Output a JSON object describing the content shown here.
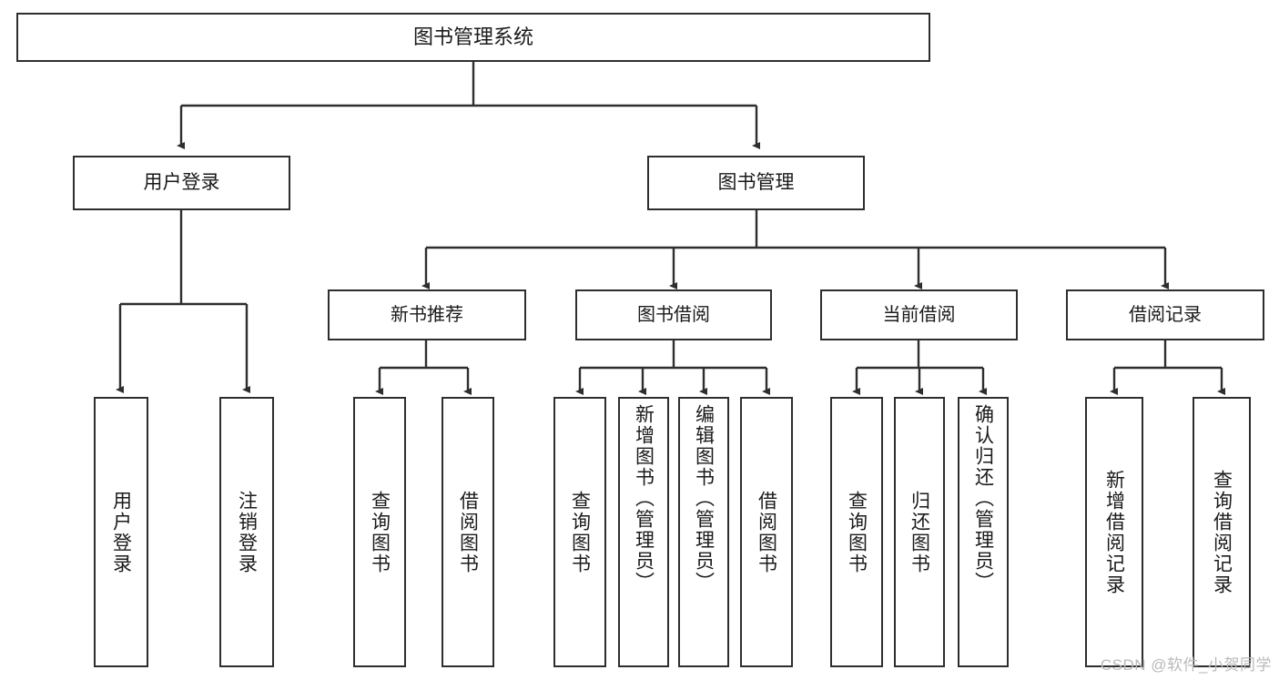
{
  "diagram": {
    "title": "图书管理系统",
    "type": "tree-hierarchy-diagram",
    "colors": {
      "box_border": "#2e2e2e",
      "box_fill": "#ffffff",
      "edge": "#2e2e2e",
      "text": "#1a1a1a",
      "watermark": "#b9b9b9"
    },
    "root": {
      "label": "图书管理系统"
    },
    "level1": [
      {
        "label": "用户登录"
      },
      {
        "label": "图书管理"
      }
    ],
    "level2": [
      {
        "label": "新书推荐"
      },
      {
        "label": "图书借阅"
      },
      {
        "label": "当前借阅"
      },
      {
        "label": "借阅记录"
      }
    ],
    "leaves": {
      "user_login": [
        {
          "label": "用户登录"
        },
        {
          "label": "注销登录"
        }
      ],
      "new_book_recommend": [
        {
          "label": "查询图书"
        },
        {
          "label": "借阅图书"
        }
      ],
      "book_borrow": [
        {
          "label": "查询图书"
        },
        {
          "label": "新增图书（管理员）"
        },
        {
          "label": "编辑图书（管理员）"
        },
        {
          "label": "借阅图书"
        }
      ],
      "current_borrow": [
        {
          "label": "查询图书"
        },
        {
          "label": "归还图书"
        },
        {
          "label": "确认归还（管理员）"
        }
      ],
      "borrow_record": [
        {
          "label": "新增借阅记录"
        },
        {
          "label": "查询借阅记录"
        }
      ]
    }
  },
  "watermark": {
    "text": "CSDN @软件_小贺同学"
  }
}
